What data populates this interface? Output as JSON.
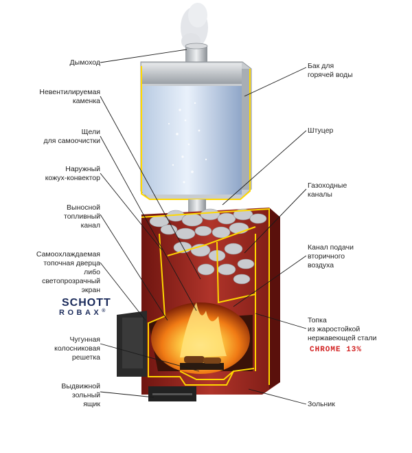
{
  "colors": {
    "accent_red": "#d22020",
    "stove_body": "#9a2a22",
    "leader": "#1a1a1a",
    "brand": "#1a2a5a"
  },
  "labels_left": {
    "chimney": "Дымоход",
    "stones": "Невентилируемая\nкаменка",
    "slots": "Щели\nдля самоочистки",
    "casing": "Наружный\nкожух-конвектор",
    "fuel_channel": "Выносной\nтопливный\nканал",
    "door": "Самоохлаждаемая\nтопочная дверца\nлибо\nсветопрозрачный\nэкран",
    "grate": "Чугунная\nколосниковая\nрешетка",
    "ash_box": "Выдвижной\nзольный\nящик"
  },
  "labels_right": {
    "tank": "Бак для\nгорячей воды",
    "fitting": "Штуцер",
    "gas_channels": "Газоходные\nканалы",
    "air_channel": "Канал подачи\nвторичного\nвоздуха",
    "firebox": "Топка\nиз жаростойкой\nнержавеющей стали",
    "ash_pit": "Зольник"
  },
  "brand": {
    "line1": "SCHOTT",
    "line2": "ROBAX",
    "mark": "®"
  },
  "steel_grade": "CHROME 13%"
}
